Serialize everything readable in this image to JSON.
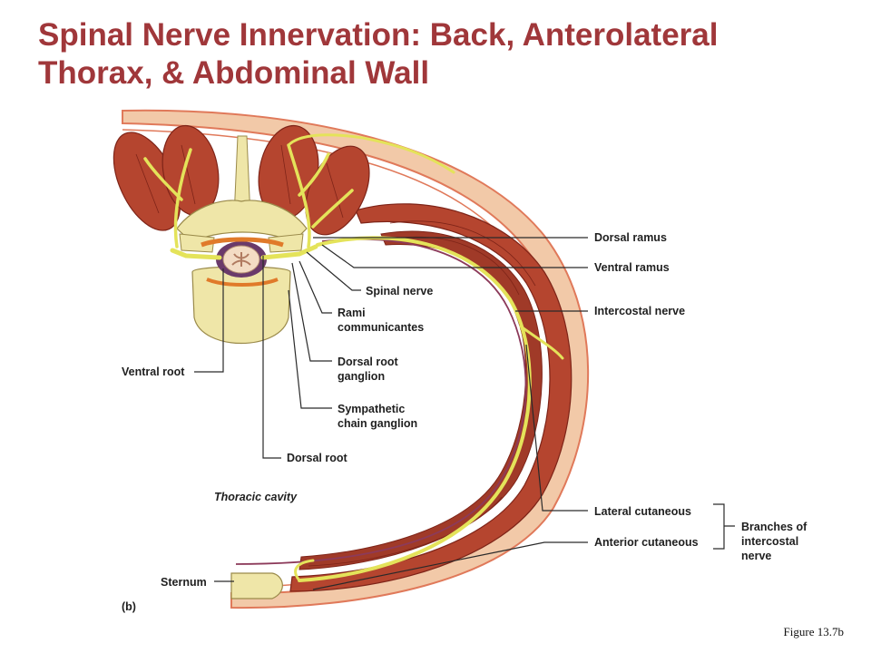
{
  "title": {
    "line1": "Spinal Nerve Innervation: Back, Anterolateral",
    "line2": "Thorax, & Abdominal Wall"
  },
  "labels": {
    "dorsal_ramus": "Dorsal ramus",
    "ventral_ramus": "Ventral ramus",
    "spinal_nerve": "Spinal nerve",
    "rami_communicantes_1": "Rami",
    "rami_communicantes_2": "communicantes",
    "intercostal_nerve": "Intercostal nerve",
    "ventral_root": "Ventral root",
    "dorsal_root_ganglion_1": "Dorsal root",
    "dorsal_root_ganglion_2": "ganglion",
    "sympathetic_chain_ganglion_1": "Sympathetic",
    "sympathetic_chain_ganglion_2": "chain ganglion",
    "dorsal_root": "Dorsal root",
    "thoracic_cavity": "Thoracic cavity",
    "lateral_cutaneous": "Lateral cutaneous",
    "anterior_cutaneous": "Anterior cutaneous",
    "branches_1": "Branches of",
    "branches_2": "intercostal",
    "branches_3": "nerve",
    "sternum": "Sternum",
    "panel": "(b)"
  },
  "caption": "Figure 13.7b",
  "colors": {
    "title": "#a0373a",
    "muscle": "#b5452f",
    "muscle_dark": "#7e2418",
    "skin": "#f2c9a8",
    "skin_line": "#e0795a",
    "bone": "#efe6a8",
    "nerve": "#e4e35a",
    "cord": "#f3dcc4"
  }
}
